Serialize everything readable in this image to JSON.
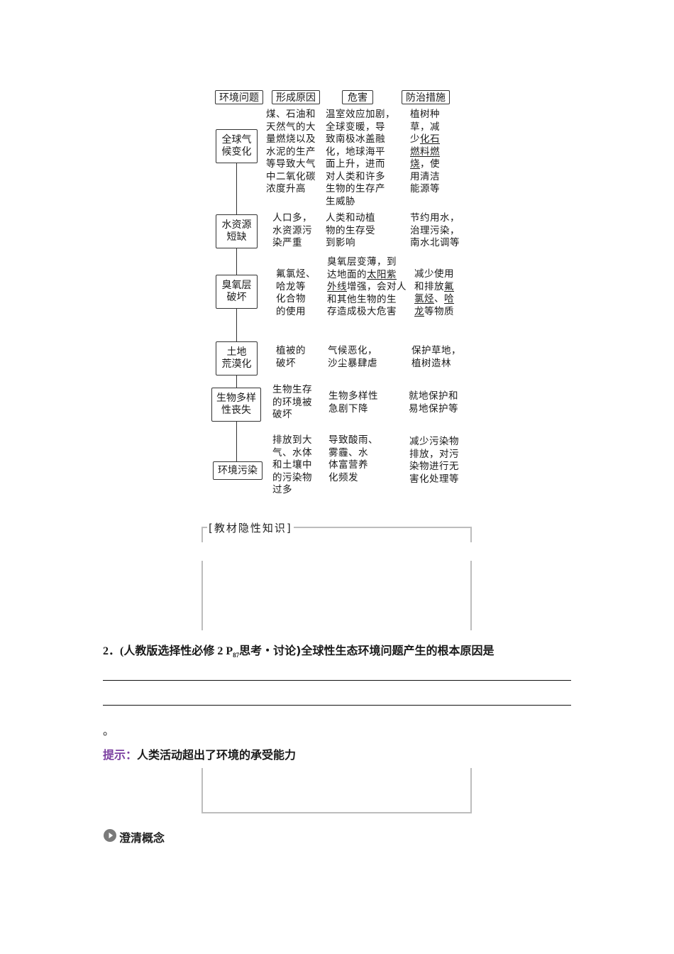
{
  "diagram": {
    "headers": [
      "环境问题",
      "形成原因",
      "危害",
      "防治措施"
    ],
    "rows": [
      {
        "problem": "全球气\n候变化",
        "cause": "煤、石油和\n天然气的大\n量燃烧以及\n水泥的生产\n等导致大气\n中二氧化碳\n浓度升高",
        "harm": "温室效应加剧，\n全球变暖，导\n致南极冰盖融\n化，地球海平\n面上升，进而\n对人类和许多\n生物的生存产\n生威胁",
        "measures_parts": [
          "植树种\n草，减\n少",
          "化石\n燃料燃\n烧",
          "，使\n用清洁\n能源等"
        ]
      },
      {
        "problem": "水资源\n短缺",
        "cause": "人口多，\n水资源污\n染严重",
        "harm": "人类和动植\n物的生存受\n到影响",
        "measures": "节约用水，\n治理污染，\n南水北调等"
      },
      {
        "problem": "臭氧层\n破坏",
        "cause": "氟氯烃、\n哈龙等\n化合物\n的使用",
        "harm_parts": [
          "臭氧层变薄，到\n达地面的",
          "太阳紫\n外线",
          "增强，会对人\n和其他生物的生\n存造成极大危害"
        ],
        "measures_parts": [
          "减少使用\n和排放",
          "氟\n氯烃",
          "、",
          "哈\n龙",
          "等物质"
        ]
      },
      {
        "problem": "土地\n荒漠化",
        "cause": "植被的\n破坏",
        "harm": "气候恶化，\n沙尘暴肆虐",
        "measures": "保护草地，\n植树造林"
      },
      {
        "problem": "生物多样\n性丧失",
        "cause": "生物生存\n的环境被\n破坏",
        "harm": "生物多样性\n急剧下降",
        "measures": "就地保护和\n易地保护等"
      },
      {
        "problem": "环境污染",
        "cause": "排放到大\n气、水体\n和土壤中\n的污染物\n过多",
        "harm": "导致酸雨、\n雾霾、水\n体富营养\n化频发",
        "measures": "减少污染物\n排放，对污\n染物进行无\n害化处理等"
      }
    ]
  },
  "hidden_knowledge": {
    "label": "[教材隐性知识]"
  },
  "question": {
    "number": "2．",
    "source_prefix": "(人教版选择性必修 2 P",
    "source_sub": "87",
    "source_suffix": "思考・讨论)",
    "text": "全球性生态环境问题产生的根本原因是",
    "end_mark": "。"
  },
  "hint": {
    "label": "提示：",
    "text": "人类活动超出了环境的承受能力"
  },
  "section": {
    "icon": "play-circle-icon",
    "title": "澄清概念"
  },
  "colors": {
    "hint_label": "#7b3fa0",
    "frame": "#bdbdbd",
    "icon": "#7a7a7a"
  }
}
